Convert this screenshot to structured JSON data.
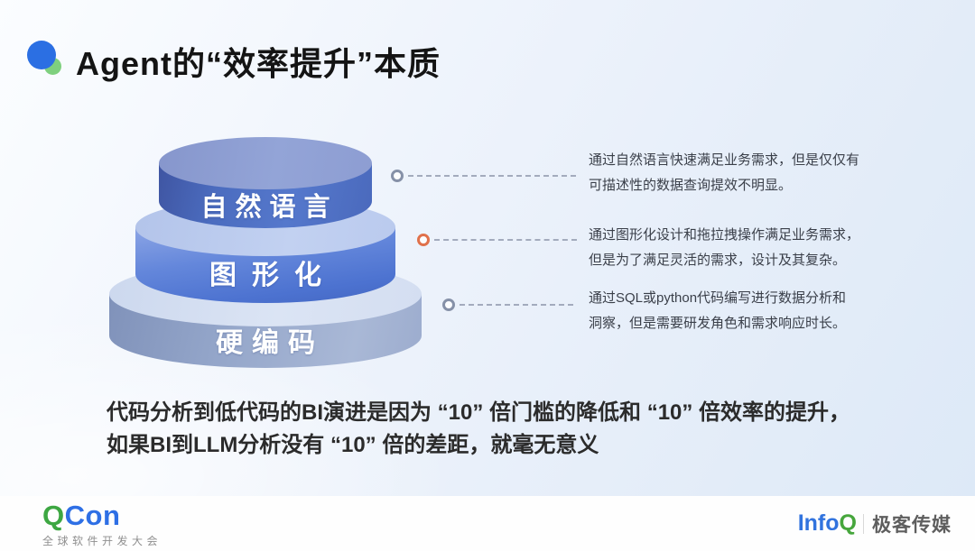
{
  "slide": {
    "title": "Agent的“效率提升”本质",
    "pyramid": {
      "tiers": [
        {
          "id": "natural-language",
          "label": "自然语言"
        },
        {
          "id": "graphical",
          "label": "图形化"
        },
        {
          "id": "hard-coding",
          "label": "硬编码"
        }
      ]
    },
    "annotations": [
      {
        "lines": [
          "通过自然语言快速满足业务需求，但是仅仅有",
          "可描述性的数据查询提效不明显。"
        ]
      },
      {
        "lines": [
          "通过图形化设计和拖拉拽操作满足业务需求，",
          "但是为了满足灵活的需求，设计及其复杂。"
        ]
      },
      {
        "lines": [
          "通过SQL或python代码编写进行数据分析和",
          "洞察，但是需要研发角色和需求响应时长。"
        ]
      }
    ],
    "summary": {
      "lines": [
        "代码分析到低代码的BI演进是因为 “10” 倍门槛的降低和 “10” 倍效率的提升，",
        "如果BI到LLM分析没有 “10” 倍的差距，就毫无意义"
      ]
    }
  },
  "footer": {
    "qcon": {
      "q": "Q",
      "con": "Con",
      "subtitle": "全球软件开发大会"
    },
    "infoq": {
      "info": "Info",
      "q": "Q",
      "brand": "极客传媒"
    }
  },
  "colors": {
    "accent_blue": "#2B6FE3",
    "accent_green": "#7ED07E",
    "tier_top_body": "#4A6CC0",
    "tier_middle_body": "#4C72D0",
    "tier_bottom_body": "#98A9CC",
    "connector_gray": "#8691A8",
    "connector_orange": "#E0714B",
    "qcon_green": "#3DA742",
    "qcon_blue": "#2E6FE5"
  }
}
